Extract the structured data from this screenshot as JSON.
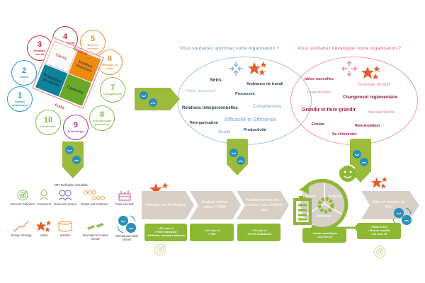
{
  "canvas": {
    "circles": [
      {
        "num": "1",
        "label": "Canaux distribution",
        "color": "#2a9bbf"
      },
      {
        "num": "2",
        "label": "Offres",
        "color": "#2a9bbf"
      },
      {
        "num": "3",
        "label": "Relation clients",
        "color": "#c62828"
      },
      {
        "num": "4",
        "label": "Besoin clients",
        "color": "#c62828"
      },
      {
        "num": "5",
        "label": "Base de revenus",
        "color": "#f0913a"
      },
      {
        "num": "6",
        "label": "Structure de coûts",
        "color": "#f0913a"
      },
      {
        "num": "7",
        "label": "Compétences",
        "color": "#7dbb42"
      },
      {
        "num": "8",
        "label": "Evolution des processus",
        "color": "#7dbb42"
      },
      {
        "num": "9",
        "label": "Technologie",
        "color": "#b5309a"
      },
      {
        "num": "10",
        "label": "Partenaires",
        "color": "#7dbb42"
      }
    ],
    "center": {
      "clients": "Clients",
      "modeles": "Modèles financiers",
      "proposition": "Proposition de valeurs",
      "capacites": "Capacités",
      "revenus": "Revenus",
      "couts": "Coûts"
    }
  },
  "optimise": {
    "question": "Vous souhaitez optimiser votre organisation ?",
    "words": [
      "Sens",
      "Ambiance de travail",
      "Piloter autrement",
      "Processus",
      "Compétences",
      "Relations interpersonnelles",
      "Efficacité et Efficience",
      "Réorganisation",
      "Qualité",
      "Productivité"
    ]
  },
  "develop": {
    "question": "Vous souhaitez développer votre organisation ?",
    "words": [
      "Idées nouvelles",
      "Nouveau produit",
      "Diversification",
      "Changement réglementaire",
      "Grandir et faire grandir",
      "Nouveau marché",
      "Fusion",
      "Réorientation",
      "Se réinventer"
    ]
  },
  "checklist": {
    "title": "ART Definition checklist:",
    "items": [
      {
        "label": "Success Definition",
        "icon": "target-icon"
      },
      {
        "label": "Customers",
        "icon": "customer-icon"
      },
      {
        "label": "Business owners",
        "icon": "business-owners-icon"
      },
      {
        "label": "Teams and locations",
        "icon": "teams-icon"
      },
      {
        "label": "Tools and tech",
        "icon": "tools-icon"
      },
      {
        "label": "Design strategy",
        "icon": "design-strategy-icon"
      },
      {
        "label": "Vision",
        "icon": "stars-icon"
      },
      {
        "label": "Solution",
        "icon": "solution-icon"
      },
      {
        "label": "Development value stream",
        "icon": "dev-stream-icon"
      },
      {
        "label": "Operational value stream",
        "icon": "smiley-cycle-icon"
      }
    ]
  },
  "process": {
    "steps": [
      {
        "label": "Sélection de l'indicateur"
      },
      {
        "label": "Analyse chaîne valeur (VSM)"
      },
      {
        "label": "Positionnement des « sondes » aux endroits clés"
      },
      {
        "label": "Bilan et mesure du ROI"
      }
    ],
    "cycle": {
      "mesurer": "Mesurer",
      "analyser": "Analyser",
      "ameliorer": "Améliorer"
    },
    "deliverables": [
      [
        "• A3 Lean v1",
        "• Fiche indicateur",
        "• Définition résultat à atteindre"
      ],
      [
        "• A3 Lean v2",
        "• VSM"
      ],
      [
        "• A3 Lean v3",
        "• Fiches indicateurs"
      ],
      [
        "• Assets spécifiques",
        "• A3 Lean v4"
      ],
      [
        "• Bilan & ROI",
        "• Mesure résultat",
        "• A3 Lean v5"
      ]
    ]
  },
  "colors": {
    "green": "#9bbb3d",
    "blue": "#2a8fb8",
    "orange": "#ea5a24",
    "pink": "#d6336c",
    "gray_blue": "#6b8fb3"
  }
}
